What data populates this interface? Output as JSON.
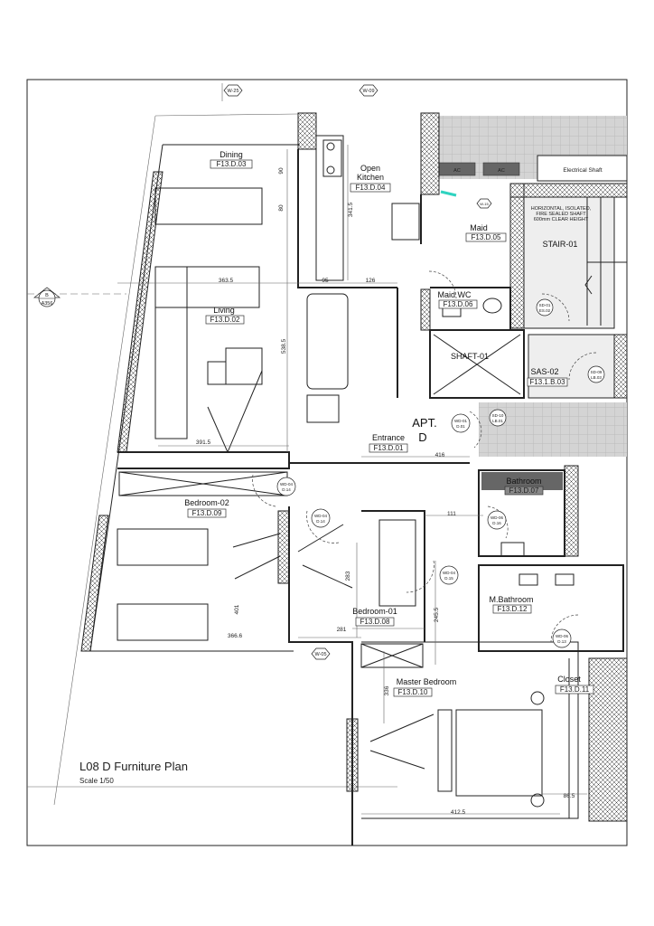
{
  "title": {
    "name": "L08 D Furniture Plan",
    "scale": "Scale 1/50"
  },
  "apartment": {
    "line1": "APT.",
    "line2": "D"
  },
  "rooms": {
    "dining": {
      "name": "Dining",
      "ref": "F13.D.03"
    },
    "kitchen": {
      "name1": "Open",
      "name2": "Kitchen",
      "ref": "F13.D.04"
    },
    "maid": {
      "name": "Maid",
      "ref": "F13.D.05"
    },
    "maid_wc": {
      "name": "Maid WC",
      "ref": "F13.D.06"
    },
    "living": {
      "name": "Living",
      "ref": "F13.D.02"
    },
    "entrance": {
      "name": "Entrance",
      "ref": "F13.D.01"
    },
    "bedroom02": {
      "name": "Bedroom-02",
      "ref": "F13.D.09"
    },
    "bedroom01": {
      "name": "Bedroom-01",
      "ref": "F13.D.08"
    },
    "bathroom": {
      "name": "Bathroom",
      "ref": "F13.D.07"
    },
    "m_bathroom": {
      "name": "M.Bathroom",
      "ref": "F13.D.12"
    },
    "master": {
      "name": "Master Bedroom",
      "ref": "F13.D.10"
    },
    "closet": {
      "name": "Closet",
      "ref": "F13.D.11"
    },
    "stair": {
      "name": "STAIR-01"
    },
    "shaft": {
      "name": "SHAFT-01"
    },
    "sas": {
      "name": "SAS-02",
      "ref": "F13.1.B.03"
    },
    "electrical": {
      "name": "Electrical Shaft"
    }
  },
  "stair_note": [
    "HORIZONTAL, ISOLATED,",
    "FIRE SEALED SHAFT",
    "600mm CLEAR HEIGHT"
  ],
  "ac_label": "AC",
  "dimensions": {
    "d90": "90",
    "d80": "80",
    "d341": "341.5",
    "d363": "363.5",
    "d95": "95",
    "d126": "126",
    "d538": "538.5",
    "d391": "391.5",
    "d416": "416",
    "d111": "111",
    "d283": "283",
    "d401": "401",
    "d366": "366.6",
    "d281": "281",
    "d245": "245.5",
    "d336": "336",
    "d86": "86.5",
    "d412": "412.5"
  },
  "window_tags": {
    "w25": "W-25",
    "w09": "W-09",
    "w15": "W-15",
    "w05": "W-05"
  },
  "door_tags": {
    "sd01": [
      "SD-01",
      "ES.02"
    ],
    "sd09": [
      "SD-09",
      "LB.03"
    ],
    "sd10": [
      "SD-10",
      "LB.01"
    ],
    "wd01": [
      "WD-01",
      "D.01"
    ],
    "wd04a": [
      "WD-04",
      "D.14"
    ],
    "wd04b": [
      "WD-04",
      "D.14"
    ],
    "wd04c": [
      "WD-04",
      "D.15"
    ],
    "wd06a": [
      "WD-06",
      "D.16"
    ],
    "wd06b": [
      "WD-06",
      "D.13"
    ]
  },
  "section_marker": {
    "letter": "B",
    "sheet": "A356"
  },
  "colors": {
    "line": "#222222",
    "wall_fill": "#666666",
    "tile": "#c8c8c8",
    "accent": "#2fd3c0"
  }
}
